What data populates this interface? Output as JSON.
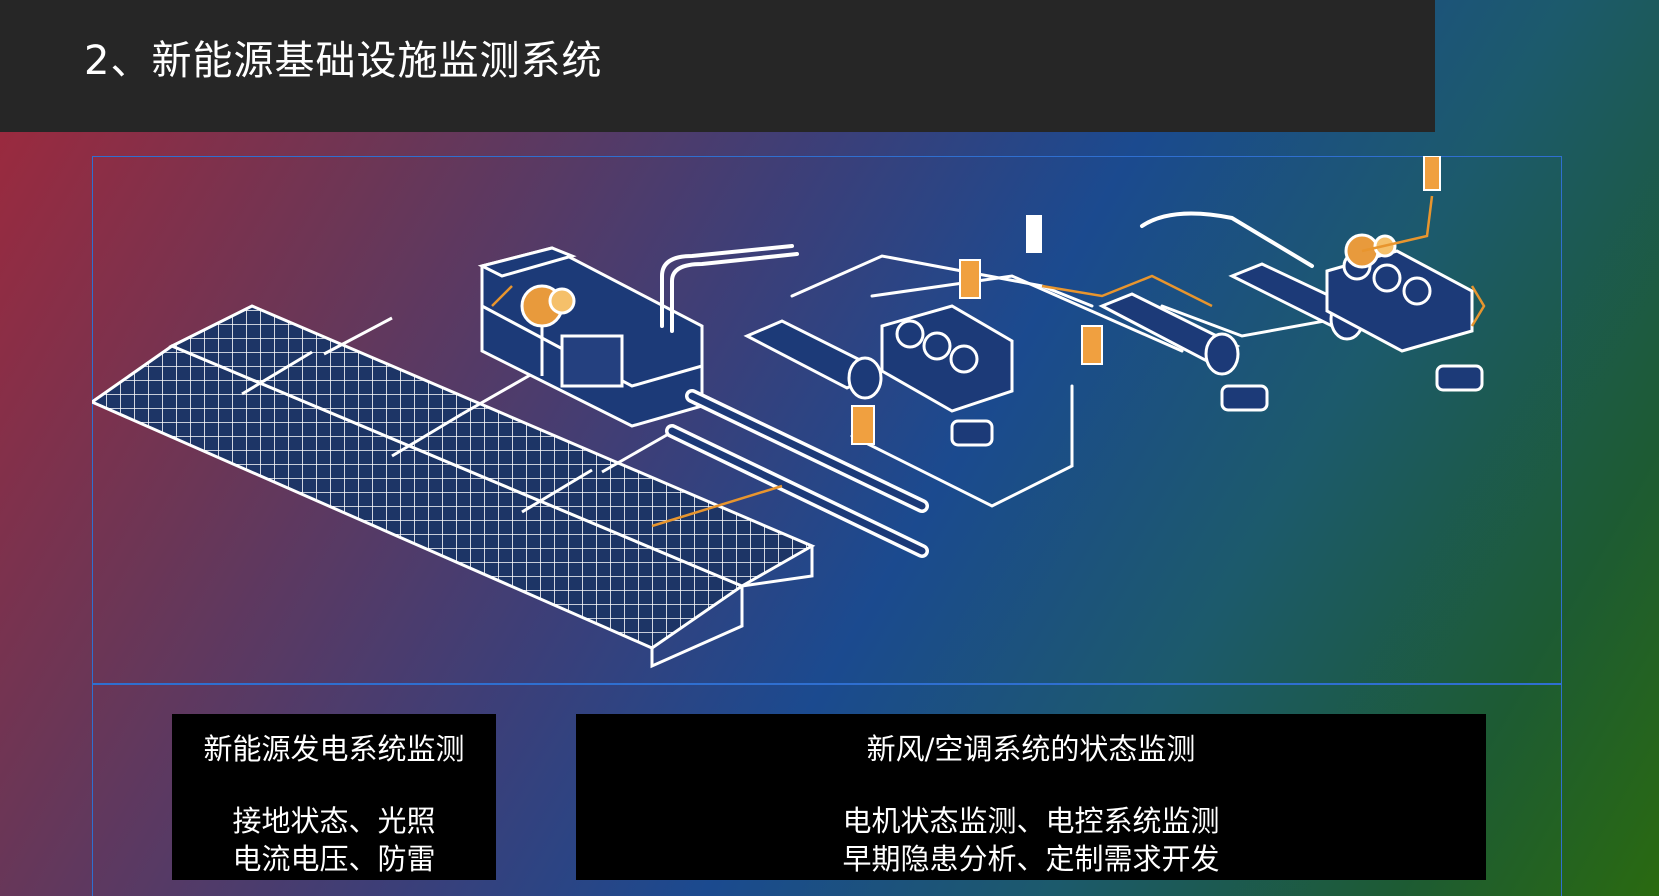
{
  "header": {
    "title": "2、新能源基础设施监测系统"
  },
  "panels": [
    {
      "title": "新能源发电系统监测",
      "lines": [
        "接地状态、光照",
        "电流电压、防雷"
      ]
    },
    {
      "title": "新风/空调系统的状态监测",
      "lines": [
        "电机状态监测、电控系统监测",
        "早期隐患分析、定制需求开发"
      ]
    }
  ],
  "colors": {
    "accent": "#f0a040",
    "frame": "#2f6fd0",
    "header_bg": "#262626"
  }
}
